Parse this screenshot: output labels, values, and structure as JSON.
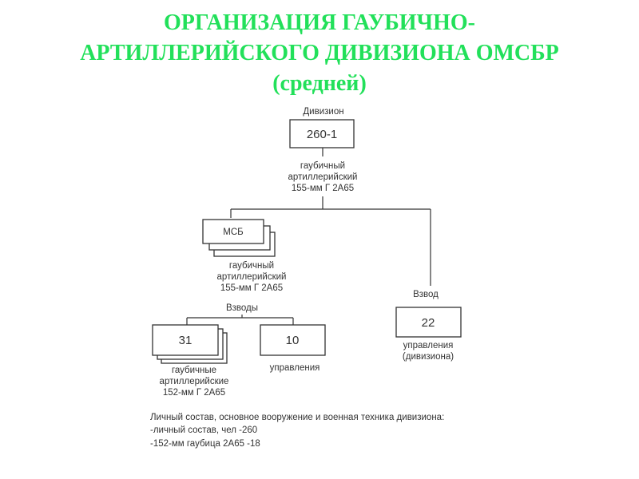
{
  "title": {
    "line1": "ОРГАНИЗАЦИЯ ГАУБИЧНО-",
    "line2": "АРТИЛЛЕРИЙСКОГО ДИВИЗИОНА ОМСБР",
    "line3": "(средней)"
  },
  "division": {
    "header": "Дивизион",
    "value": "260-1",
    "desc1": "гаубичный",
    "desc2": "артиллерийский",
    "desc3": "155-мм Г 2А65"
  },
  "battery": {
    "label": "МСБ",
    "desc1": "гаубичный",
    "desc2": "артиллерийский",
    "desc3": "155-мм Г 2А65"
  },
  "platoons_header": "Взводы",
  "firing_platoon": {
    "value": "31",
    "desc1": "гаубичные",
    "desc2": "артиллерийские",
    "desc3": "152-мм Г 2А65"
  },
  "control_platoon": {
    "value": "10",
    "desc1": "управления"
  },
  "hq_platoon": {
    "header": "Взвод",
    "value": "22",
    "desc1": "управления",
    "desc2": "(дивизиона)"
  },
  "summary": {
    "line1": "Личный состав, основное вооружение и военная техника дивизиона:",
    "line2": "-личный состав, чел -260",
    "line3": "-152-мм гаубица 2А65 -18"
  }
}
